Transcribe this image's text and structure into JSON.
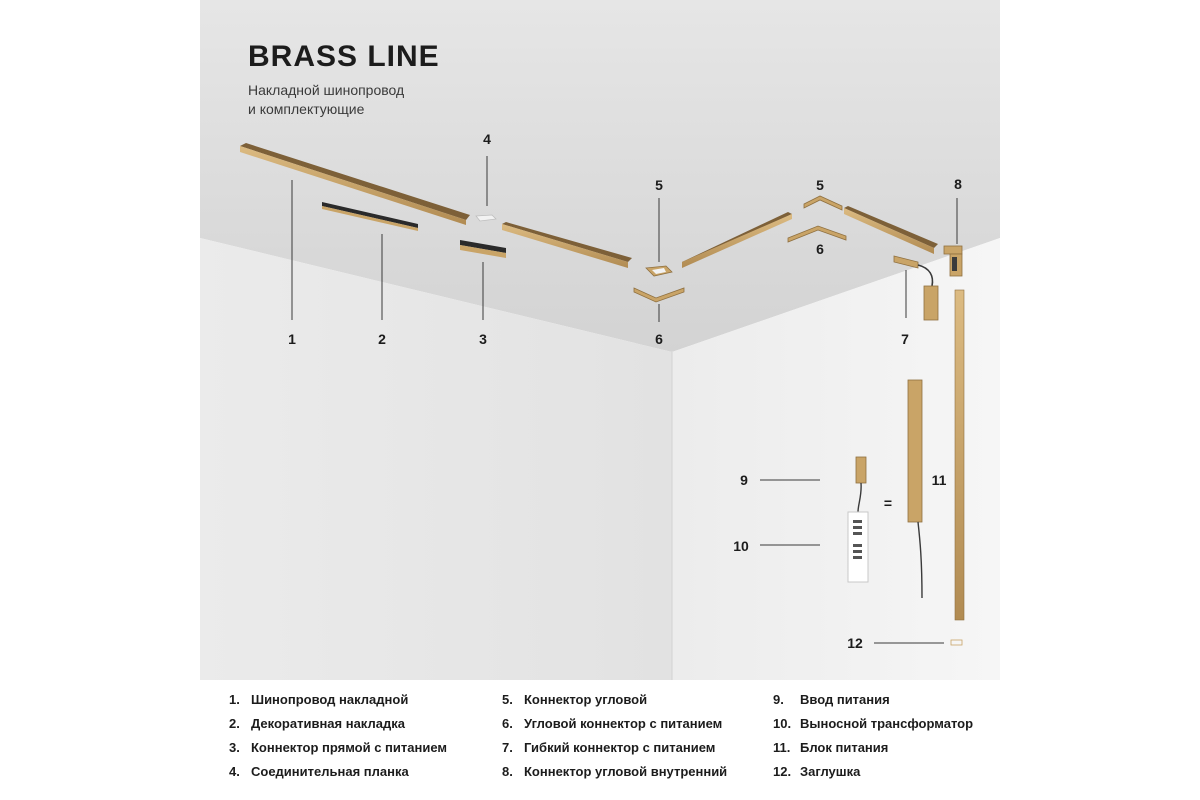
{
  "header": {
    "title": "BRASS LINE",
    "subtitle_line1": "Накладной шинопровод",
    "subtitle_line2": "и комплектующие"
  },
  "callouts": [
    {
      "id": "1",
      "label": "1"
    },
    {
      "id": "2",
      "label": "2"
    },
    {
      "id": "3",
      "label": "3"
    },
    {
      "id": "4",
      "label": "4"
    },
    {
      "id": "5a",
      "label": "5"
    },
    {
      "id": "5b",
      "label": "5"
    },
    {
      "id": "6a",
      "label": "6"
    },
    {
      "id": "6b",
      "label": "6"
    },
    {
      "id": "7",
      "label": "7"
    },
    {
      "id": "8",
      "label": "8"
    },
    {
      "id": "9",
      "label": "9"
    },
    {
      "id": "10",
      "label": "10"
    },
    {
      "id": "11",
      "label": "11"
    },
    {
      "id": "12",
      "label": "12"
    },
    {
      "id": "eq",
      "label": "="
    }
  ],
  "legend": {
    "col1": [
      {
        "num": "1.",
        "text": "Шинопровод накладной"
      },
      {
        "num": "2.",
        "text": "Декоративная накладка"
      },
      {
        "num": "3.",
        "text": "Коннектор прямой с питанием"
      },
      {
        "num": "4.",
        "text": "Соединительная планка"
      }
    ],
    "col2": [
      {
        "num": "5.",
        "text": "Коннектор угловой"
      },
      {
        "num": "6.",
        "text": "Угловой коннектор с питанием"
      },
      {
        "num": "7.",
        "text": "Гибкий коннектор с питанием"
      },
      {
        "num": "8.",
        "text": "Коннектор угловой внутренний"
      }
    ],
    "col3": [
      {
        "num": "9.",
        "text": "Ввод питания"
      },
      {
        "num": "10.",
        "text": "Выносной трансформатор"
      },
      {
        "num": "11.",
        "text": "Блок питания"
      },
      {
        "num": "12.",
        "text": "Заглушка"
      }
    ]
  },
  "colors": {
    "brass": "#c9a467",
    "brass_dark": "#8f7040",
    "ceiling": "#dcdcdc",
    "wall_left": "#ececec",
    "wall_right": "#f4f4f4",
    "leader": "#3a3a3a",
    "text": "#1c1c1c"
  }
}
